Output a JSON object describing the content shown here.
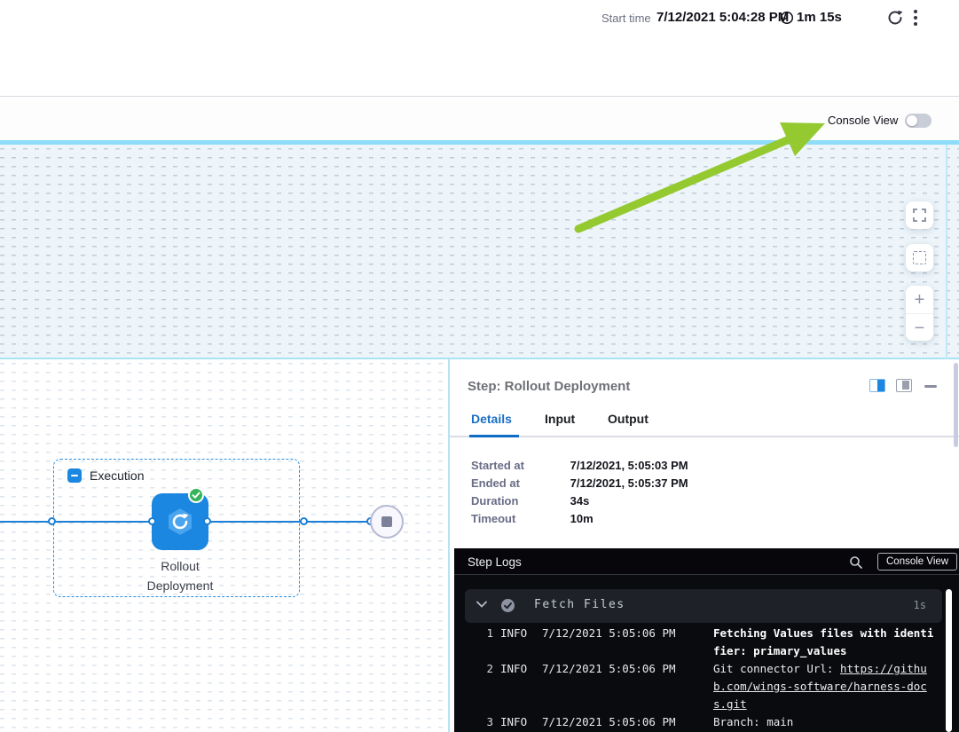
{
  "topbar": {
    "start_time_label": "Start time",
    "start_time_value": "7/12/2021 5:04:28 PM",
    "elapsed": "1m 15s"
  },
  "toolbar": {
    "console_view_label": "Console View",
    "console_view_state": "off"
  },
  "graph": {
    "execution_label": "Execution",
    "node_label_line1": "Rollout",
    "node_label_line2": "Deployment",
    "node_status": "success",
    "zoom_controls": [
      "fullscreen",
      "fit-selection",
      "zoom-in",
      "zoom-out"
    ]
  },
  "panel": {
    "title": "Step: Rollout Deployment",
    "tabs": [
      {
        "label": "Details",
        "active": true
      },
      {
        "label": "Input",
        "active": false
      },
      {
        "label": "Output",
        "active": false
      }
    ],
    "details_rows": [
      {
        "label": "Started at",
        "value": "7/12/2021, 5:05:03 PM"
      },
      {
        "label": "Ended at",
        "value": "7/12/2021, 5:05:37 PM"
      },
      {
        "label": "Duration",
        "value": "34s"
      },
      {
        "label": "Timeout",
        "value": "10m"
      }
    ]
  },
  "logs": {
    "title": "Step Logs",
    "console_view_button": "Console View",
    "group": {
      "title": "Fetch Files",
      "duration": "1s"
    },
    "rows": [
      {
        "num": "1",
        "level": "INFO",
        "time": "7/12/2021 5:05:06 PM",
        "message": "Fetching Values files with identifier: primary_values"
      },
      {
        "num": "2",
        "level": "INFO",
        "time": "7/12/2021 5:05:06 PM",
        "message_prefix": "Git connector Url: ",
        "link": "https://github.com/wings-software/harness-docs.git"
      },
      {
        "num": "3",
        "level": "INFO",
        "time": "7/12/2021 5:05:06 PM",
        "message": "Branch: main"
      }
    ]
  },
  "colors": {
    "accent_blue": "#1b87e0",
    "tab_active_blue": "#1a6fc4",
    "success_green": "#35b558",
    "arrow_green": "#94c930",
    "cyan_divider": "#8ddcf8",
    "log_background": "#0a0b0f"
  }
}
